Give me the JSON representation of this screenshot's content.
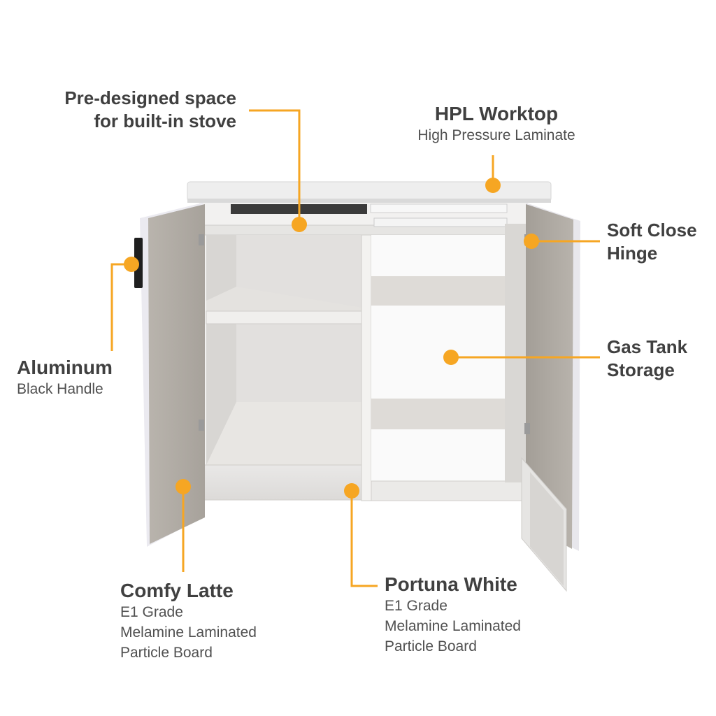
{
  "accent_color": "#f6a623",
  "callouts": {
    "stove": {
      "title_line1": "Pre-designed space",
      "title_line2": "for built-in stove"
    },
    "worktop": {
      "title": "HPL Worktop",
      "subtitle": "High Pressure Laminate"
    },
    "hinge": {
      "title_line1": "Soft Close",
      "title_line2": "Hinge"
    },
    "handle": {
      "title": "Aluminum",
      "subtitle": "Black Handle"
    },
    "gas": {
      "title_line1": "Gas Tank",
      "title_line2": "Storage"
    },
    "latte": {
      "title": "Comfy Latte",
      "line1": "E1 Grade",
      "line2": "Melamine Laminated",
      "line3": "Particle Board"
    },
    "portuna": {
      "title": "Portuna White",
      "line1": "E1 Grade",
      "line2": "Melamine Laminated",
      "line3": "Particle Board"
    }
  }
}
